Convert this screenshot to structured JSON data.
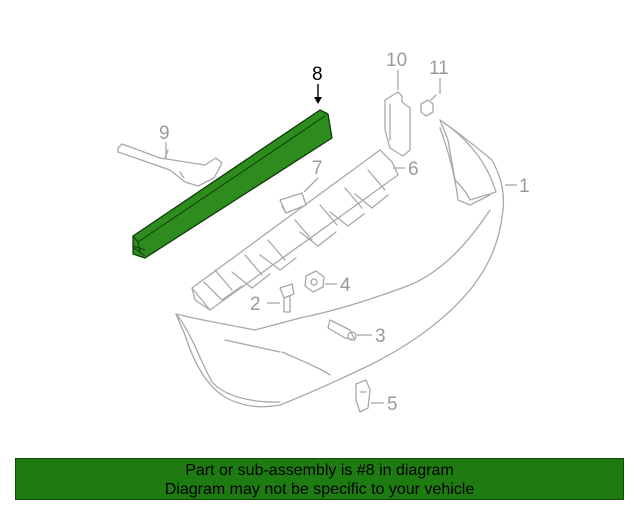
{
  "callouts": [
    {
      "id": "1",
      "label": "1"
    },
    {
      "id": "2",
      "label": "2"
    },
    {
      "id": "3",
      "label": "3"
    },
    {
      "id": "4",
      "label": "4"
    },
    {
      "id": "5",
      "label": "5"
    },
    {
      "id": "6",
      "label": "6"
    },
    {
      "id": "7",
      "label": "7"
    },
    {
      "id": "8",
      "label": "8"
    },
    {
      "id": "9",
      "label": "9"
    },
    {
      "id": "10",
      "label": "10"
    },
    {
      "id": "11",
      "label": "11"
    }
  ],
  "highlighted_part": "8",
  "colors": {
    "highlight_fill": "#2e8b1e",
    "banner_bg": "#1e7b12",
    "line_gray": "#a8a8a8"
  },
  "banner": {
    "line1": "Part or sub-assembly is #8 in diagram",
    "line2": "Diagram may not be specific to your vehicle"
  }
}
